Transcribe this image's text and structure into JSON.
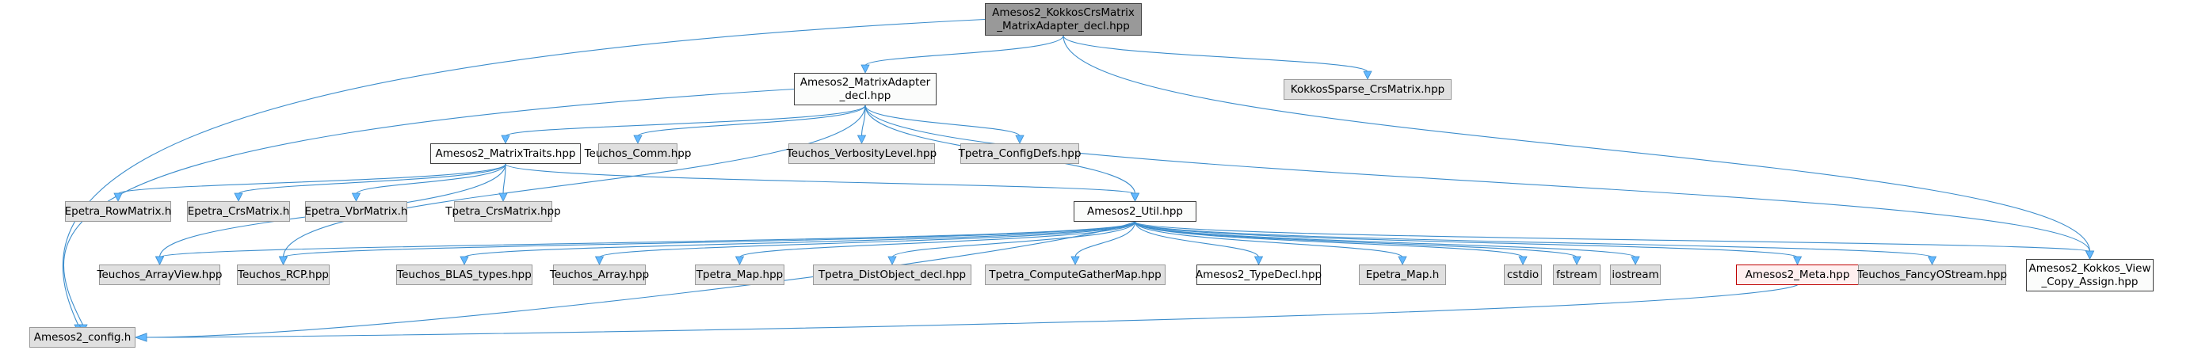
{
  "title": "Include dependency graph for Amesos2_KokkosCrsMatrix_MatrixAdapter_decl.hpp",
  "colors": {
    "edge": "#3c8dcc",
    "arrow_fill": "#63b8ff",
    "root_fill": "#999999",
    "internal_fill": "#fbfcfb",
    "external_fill": "#e0e0e0",
    "highlight_border": "#bf0000",
    "highlight_fill": "#fff0f0"
  },
  "nodes": [
    {
      "id": "root",
      "label": "Amesos2_KokkosCrsMatrix\n_MatrixAdapter_decl.hpp",
      "kind": "root"
    },
    {
      "id": "matrixadapter",
      "label": "Amesos2_MatrixAdapter\n_decl.hpp",
      "kind": "int"
    },
    {
      "id": "kokkossparse",
      "label": "KokkosSparse_CrsMatrix.hpp",
      "kind": "ext"
    },
    {
      "id": "matrixtraits",
      "label": "Amesos2_MatrixTraits.hpp",
      "kind": "int"
    },
    {
      "id": "teuchoscomm",
      "label": "Teuchos_Comm.hpp",
      "kind": "ext"
    },
    {
      "id": "verbosity",
      "label": "Teuchos_VerbosityLevel.hpp",
      "kind": "ext"
    },
    {
      "id": "configdefs",
      "label": "Tpetra_ConfigDefs.hpp",
      "kind": "ext"
    },
    {
      "id": "rowmatrix",
      "label": "Epetra_RowMatrix.h",
      "kind": "ext"
    },
    {
      "id": "epetracrs",
      "label": "Epetra_CrsMatrix.h",
      "kind": "ext"
    },
    {
      "id": "vbrmatrix",
      "label": "Epetra_VbrMatrix.h",
      "kind": "ext"
    },
    {
      "id": "tpetracrs",
      "label": "Tpetra_CrsMatrix.hpp",
      "kind": "ext"
    },
    {
      "id": "util",
      "label": "Amesos2_Util.hpp",
      "kind": "int"
    },
    {
      "id": "arrayview",
      "label": "Teuchos_ArrayView.hpp",
      "kind": "ext"
    },
    {
      "id": "rcp",
      "label": "Teuchos_RCP.hpp",
      "kind": "ext"
    },
    {
      "id": "blastypes",
      "label": "Teuchos_BLAS_types.hpp",
      "kind": "ext"
    },
    {
      "id": "array",
      "label": "Teuchos_Array.hpp",
      "kind": "ext"
    },
    {
      "id": "tpetramap",
      "label": "Tpetra_Map.hpp",
      "kind": "ext"
    },
    {
      "id": "distobject",
      "label": "Tpetra_DistObject_decl.hpp",
      "kind": "ext"
    },
    {
      "id": "gathermap",
      "label": "Tpetra_ComputeGatherMap.hpp",
      "kind": "ext"
    },
    {
      "id": "typedecl",
      "label": "Amesos2_TypeDecl.hpp",
      "kind": "int"
    },
    {
      "id": "epetramap",
      "label": "Epetra_Map.h",
      "kind": "ext"
    },
    {
      "id": "cstdio",
      "label": "cstdio",
      "kind": "ext"
    },
    {
      "id": "fstream",
      "label": "fstream",
      "kind": "ext"
    },
    {
      "id": "iostream",
      "label": "iostream",
      "kind": "ext"
    },
    {
      "id": "meta",
      "label": "Amesos2_Meta.hpp",
      "kind": "red"
    },
    {
      "id": "fancyostream",
      "label": "Teuchos_FancyOStream.hpp",
      "kind": "ext"
    },
    {
      "id": "kokkosview",
      "label": "Amesos2_Kokkos_View\n_Copy_Assign.hpp",
      "kind": "int"
    },
    {
      "id": "config",
      "label": "Amesos2_config.h",
      "kind": "ext"
    }
  ],
  "edges": [
    [
      "root",
      "matrixadapter"
    ],
    [
      "root",
      "kokkossparse"
    ],
    [
      "root",
      "kokkosview"
    ],
    [
      "root",
      "config"
    ],
    [
      "matrixadapter",
      "matrixtraits"
    ],
    [
      "matrixadapter",
      "teuchoscomm"
    ],
    [
      "matrixadapter",
      "verbosity"
    ],
    [
      "matrixadapter",
      "configdefs"
    ],
    [
      "matrixadapter",
      "util"
    ],
    [
      "matrixadapter",
      "config"
    ],
    [
      "matrixadapter",
      "rcp"
    ],
    [
      "matrixadapter",
      "kokkosview"
    ],
    [
      "matrixtraits",
      "rowmatrix"
    ],
    [
      "matrixtraits",
      "epetracrs"
    ],
    [
      "matrixtraits",
      "vbrmatrix"
    ],
    [
      "matrixtraits",
      "tpetracrs"
    ],
    [
      "matrixtraits",
      "util"
    ],
    [
      "matrixtraits",
      "arrayview"
    ],
    [
      "util",
      "arrayview"
    ],
    [
      "util",
      "rcp"
    ],
    [
      "util",
      "blastypes"
    ],
    [
      "util",
      "array"
    ],
    [
      "util",
      "tpetramap"
    ],
    [
      "util",
      "distobject"
    ],
    [
      "util",
      "gathermap"
    ],
    [
      "util",
      "typedecl"
    ],
    [
      "util",
      "epetramap"
    ],
    [
      "util",
      "cstdio"
    ],
    [
      "util",
      "fstream"
    ],
    [
      "util",
      "iostream"
    ],
    [
      "util",
      "meta"
    ],
    [
      "util",
      "fancyostream"
    ],
    [
      "util",
      "kokkosview"
    ],
    [
      "util",
      "config"
    ],
    [
      "meta",
      "config"
    ]
  ]
}
